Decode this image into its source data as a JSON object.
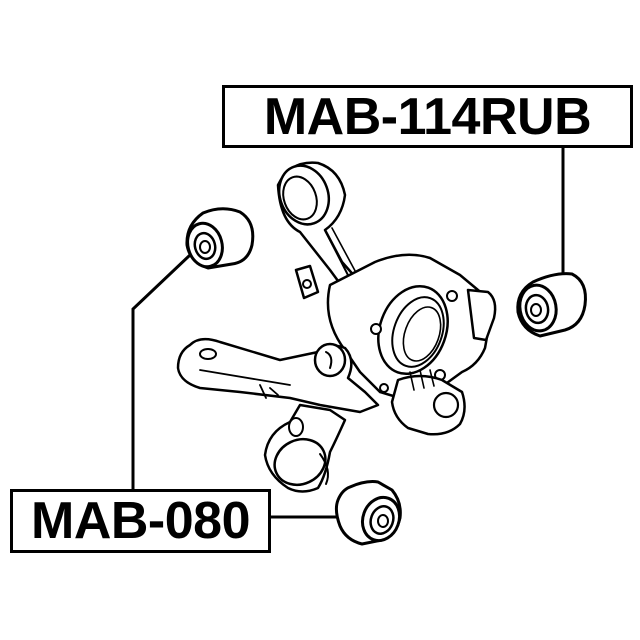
{
  "diagram": {
    "type": "exploded parts diagram",
    "subject": "rear suspension knuckle with control arm and bushings",
    "background_color": "#ffffff",
    "line_color": "#000000",
    "labels": [
      {
        "id": "top",
        "text": "MAB-114RUB",
        "points_to": "bushing-right"
      },
      {
        "id": "bottom",
        "text": "MAB-080",
        "points_to": [
          "bushing-left",
          "bushing-bottom"
        ]
      }
    ],
    "parts": [
      {
        "id": "knuckle",
        "name": "steering knuckle / hub carrier"
      },
      {
        "id": "control-arm",
        "name": "lower control arm"
      },
      {
        "id": "bushing-left",
        "name": "bushing"
      },
      {
        "id": "bushing-right",
        "name": "bushing"
      },
      {
        "id": "bushing-bottom",
        "name": "bushing"
      }
    ]
  },
  "labels": {
    "top": "MAB-114RUB",
    "bottom": "MAB-080"
  }
}
